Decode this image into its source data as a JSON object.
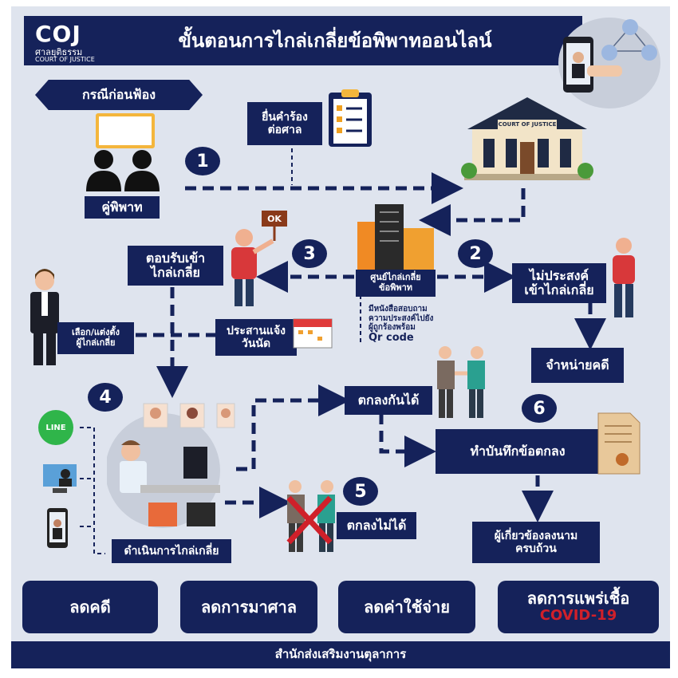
{
  "header": {
    "logo_text": "COJ",
    "logo_sub_th": "ศาลยุติธรรม",
    "logo_sub_en": "COURT OF JUSTICE",
    "title": "ขั้นตอนการไกล่เกลี่ยข้อพิพาทออนไลน์"
  },
  "case_banner": "กรณีก่อนฟ้อง",
  "steps": {
    "n1": "1",
    "n2": "2",
    "n3": "3",
    "n4": "4",
    "n5": "5",
    "n6": "6"
  },
  "nodes": {
    "parties": "คู่พิพาท",
    "file_petition": "ยื่นคำร้อง\nต่อศาล",
    "court_sign": "COURT OF JUSTICE",
    "mediation_center": "ศูนย์ไกล่เกลี่ย\nข้อพิพาท",
    "center_note": "มีหนังสือสอบถาม\nความประสงค์ไปยัง\nผู้ถูกร้องพร้อม",
    "qr": "Qr code",
    "accept": "ตอบรับเข้า\nไกล่เกลี่ย",
    "ok_sign": "OK",
    "decline": "ไม่ประสงค์\nเข้าไกล่เกลี่ย",
    "dismiss": "จำหน่ายคดี",
    "choose_mediator": "เลือก/แต่งตั้ง\nผู้ไกล่เกลี่ย",
    "notify_date": "ประสานแจ้ง\nวันนัด",
    "agreed": "ตกลงกันได้",
    "record": "ทำบันทึกข้อตกลง",
    "not_agreed": "ตกลงไม่ได้",
    "sign_complete": "ผู้เกี่ยวข้องลงนาม\nครบถ้วน",
    "conduct": "ดำเนินการไกล่เกลี่ย",
    "line_label": "LINE"
  },
  "benefits": [
    "ลดคดี",
    "ลดการมาศาล",
    "ลดค่าใช้จ่าย",
    "ลดการแพร่เชื้อ"
  ],
  "covid": "COVID-19",
  "footer": "สำนักส่งเสริมงานตุลาการ",
  "colors": {
    "navy": "#15225a",
    "background": "#dfe4ee",
    "covid_red": "#d0202a",
    "line_green": "#2fb54a"
  }
}
